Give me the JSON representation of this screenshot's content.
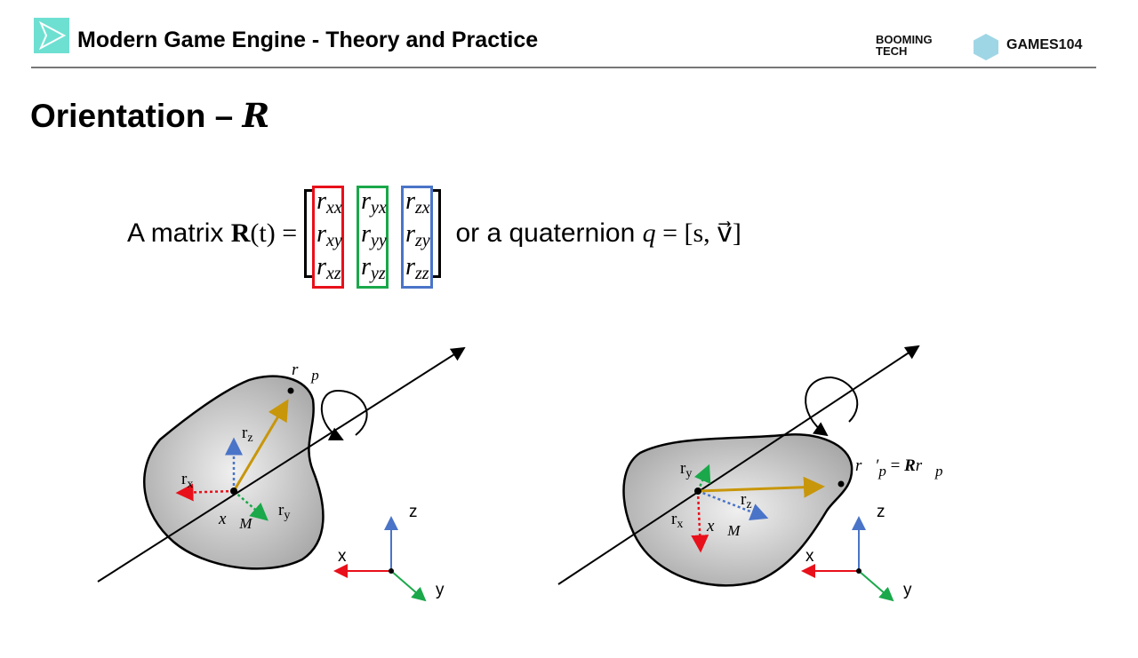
{
  "header": {
    "title": "Modern Game Engine - Theory and Practice",
    "brand_booming": "BOOMING",
    "brand_tech": "TECH",
    "brand_games": "GAMES104"
  },
  "slide": {
    "title": "Orientation – ",
    "title_symbol": "R",
    "equation": {
      "prefix": "A matrix ",
      "matrix_symbol": "R",
      "arg": "(t) =",
      "columns": [
        {
          "color": "#e8101a",
          "entries": [
            [
              "r",
              "xx"
            ],
            [
              "r",
              "xy"
            ],
            [
              "r",
              "xz"
            ]
          ]
        },
        {
          "color": "#1aa84a",
          "entries": [
            [
              "r",
              "yx"
            ],
            [
              "r",
              "yy"
            ],
            [
              "r",
              "yz"
            ]
          ]
        },
        {
          "color": "#4a74c8",
          "entries": [
            [
              "r",
              "zx"
            ],
            [
              "r",
              "zy"
            ],
            [
              "r",
              "zz"
            ]
          ]
        }
      ],
      "middle": " or a quaternion ",
      "q": "q",
      "q_rhs": " = [s, v⃗]"
    }
  },
  "diagram_left": {
    "point_label": "r⃗",
    "point_sub": "p",
    "rz": "r",
    "rz_sub": "z",
    "rx": "r",
    "rx_sub": "x",
    "ry": "r",
    "ry_sub": "y",
    "center_label": "x⃗",
    "center_sub": "M",
    "axis_z": "z",
    "axis_x": "x",
    "axis_y": "y"
  },
  "diagram_right": {
    "point_label": "r⃗′",
    "point_sub": "p",
    "equals": " = ",
    "R": "R",
    "rhs": "r⃗",
    "rhs_sub": "p",
    "ry": "r",
    "ry_sub": "y",
    "rx": "r",
    "rx_sub": "x",
    "rz": "r",
    "rz_sub": "z",
    "center_label": "x⃗",
    "center_sub": "M",
    "axis_z": "z",
    "axis_x": "x",
    "axis_y": "y"
  },
  "colors": {
    "red": "#e8101a",
    "green": "#1aa84a",
    "blue": "#4a74c8",
    "gold": "#c8960a",
    "teal": "#6ee0d2"
  }
}
